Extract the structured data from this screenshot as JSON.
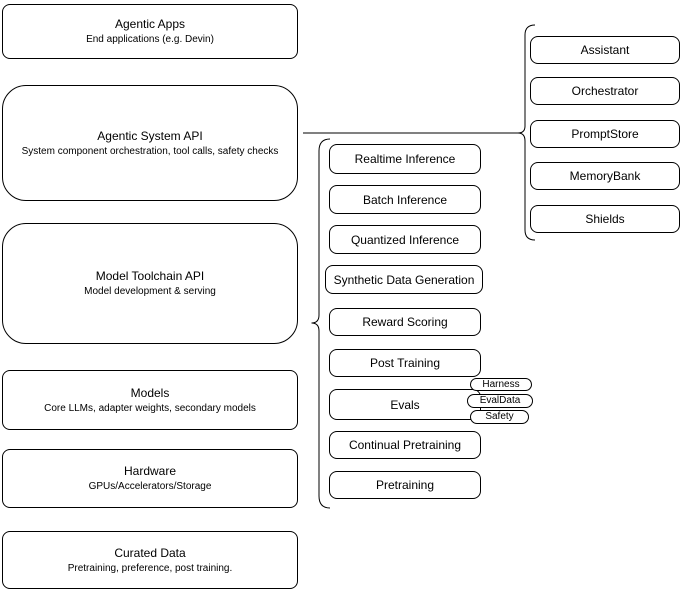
{
  "diagram": {
    "colors": {
      "stroke": "#000000",
      "fill": "#ffffff",
      "text": "#000000",
      "background": "#ffffff"
    },
    "left_stack": [
      {
        "title": "Agentic Apps",
        "subtitle": "End applications (e.g. Devin)"
      },
      {
        "title": "Agentic System API",
        "subtitle": "System component orchestration, tool calls, safety checks"
      },
      {
        "title": "Model Toolchain API",
        "subtitle": "Model development & serving"
      },
      {
        "title": "Models",
        "subtitle": "Core LLMs, adapter weights, secondary models"
      },
      {
        "title": "Hardware",
        "subtitle": "GPUs/Accelerators/Storage"
      },
      {
        "title": "Curated Data",
        "subtitle": "Pretraining, preference, post training."
      }
    ],
    "toolchain_services": [
      "Realtime Inference",
      "Batch Inference",
      "Quantized Inference",
      "Synthetic Data Generation",
      "Reward Scoring",
      "Post Training",
      "Evals",
      "Continual Pretraining",
      "Pretraining"
    ],
    "eval_tags": [
      "Harness",
      "EvalData",
      "Safety"
    ],
    "system_components": [
      "Assistant",
      "Orchestrator",
      "PromptStore",
      "MemoryBank",
      "Shields"
    ]
  }
}
